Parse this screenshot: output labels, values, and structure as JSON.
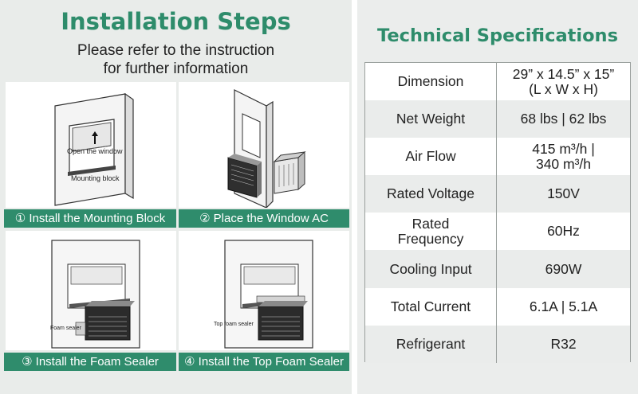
{
  "installation": {
    "title": "Installation Steps",
    "subtitle_line1": "Please refer to the instruction",
    "subtitle_line2": "for further information",
    "steps": [
      {
        "label": "① Install the Mounting Block",
        "annotations": [
          "Open the window",
          "Mounting block"
        ]
      },
      {
        "label": "② Place the Window AC",
        "annotations": []
      },
      {
        "label": "③ Install the Foam Sealer",
        "annotations": [
          "Foam sealer"
        ]
      },
      {
        "label": "④ Install the Top Foam Sealer",
        "annotations": [
          "Top foam sealer"
        ]
      }
    ]
  },
  "specs": {
    "title": "Technical Specifications",
    "rows": [
      {
        "key": "Dimension",
        "value_line1": "29” x 14.5” x 15”",
        "value_line2": "(L x W x H)"
      },
      {
        "key": "Net Weight",
        "value_line1": "68 lbs | 62 lbs",
        "value_line2": ""
      },
      {
        "key": "Air Flow",
        "value_line1": "415 m³/h |",
        "value_line2": "340 m³/h"
      },
      {
        "key": "Rated Voltage",
        "value_line1": "150V",
        "value_line2": ""
      },
      {
        "key": "Rated Frequency",
        "key_line1": "Rated",
        "key_line2": "Frequency",
        "value_line1": "60Hz",
        "value_line2": ""
      },
      {
        "key": "Cooling Input",
        "value_line1": "690W",
        "value_line2": ""
      },
      {
        "key": "Total Current",
        "value_line1": "6.1A | 5.1A",
        "value_line2": ""
      },
      {
        "key": "Refrigerant",
        "value_line1": "R32",
        "value_line2": ""
      }
    ]
  },
  "colors": {
    "accent": "#2e8c6b",
    "label_bg": "#2f8c6c",
    "panel_bg": "#e9ecea"
  }
}
